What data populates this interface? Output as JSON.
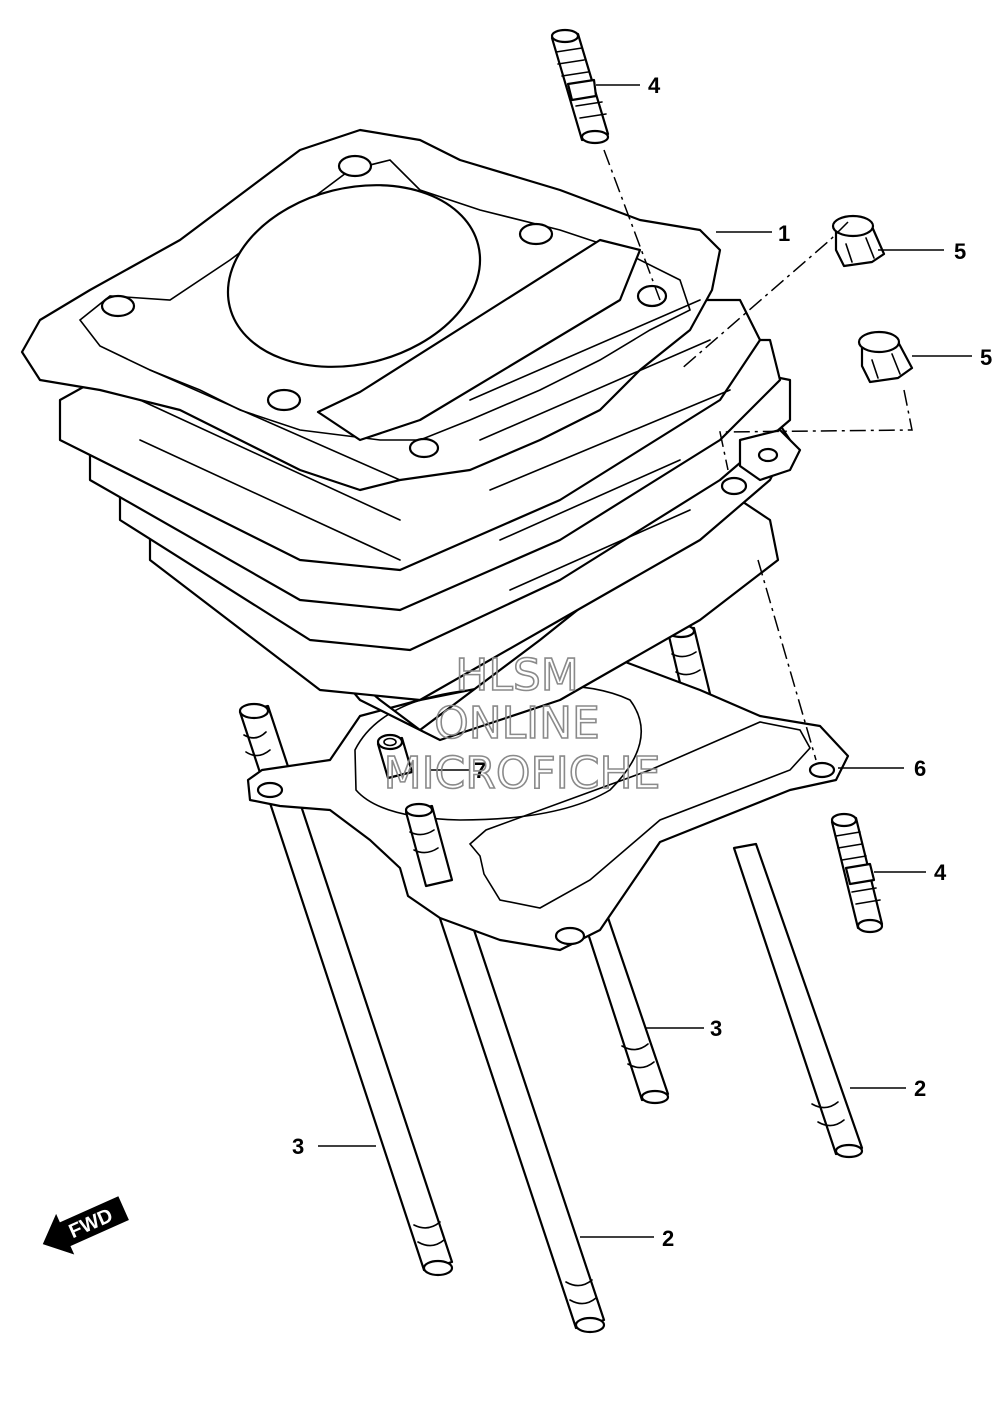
{
  "callouts": [
    {
      "label": "1"
    },
    {
      "label": "2"
    },
    {
      "label": "2"
    },
    {
      "label": "3"
    },
    {
      "label": "3"
    },
    {
      "label": "4"
    },
    {
      "label": "4"
    },
    {
      "label": "5"
    },
    {
      "label": "5"
    },
    {
      "label": "6"
    },
    {
      "label": "7"
    }
  ],
  "fwd_label": "FWD",
  "watermark": [
    "HLSM",
    "ONLINE",
    "MICROFICHE"
  ]
}
